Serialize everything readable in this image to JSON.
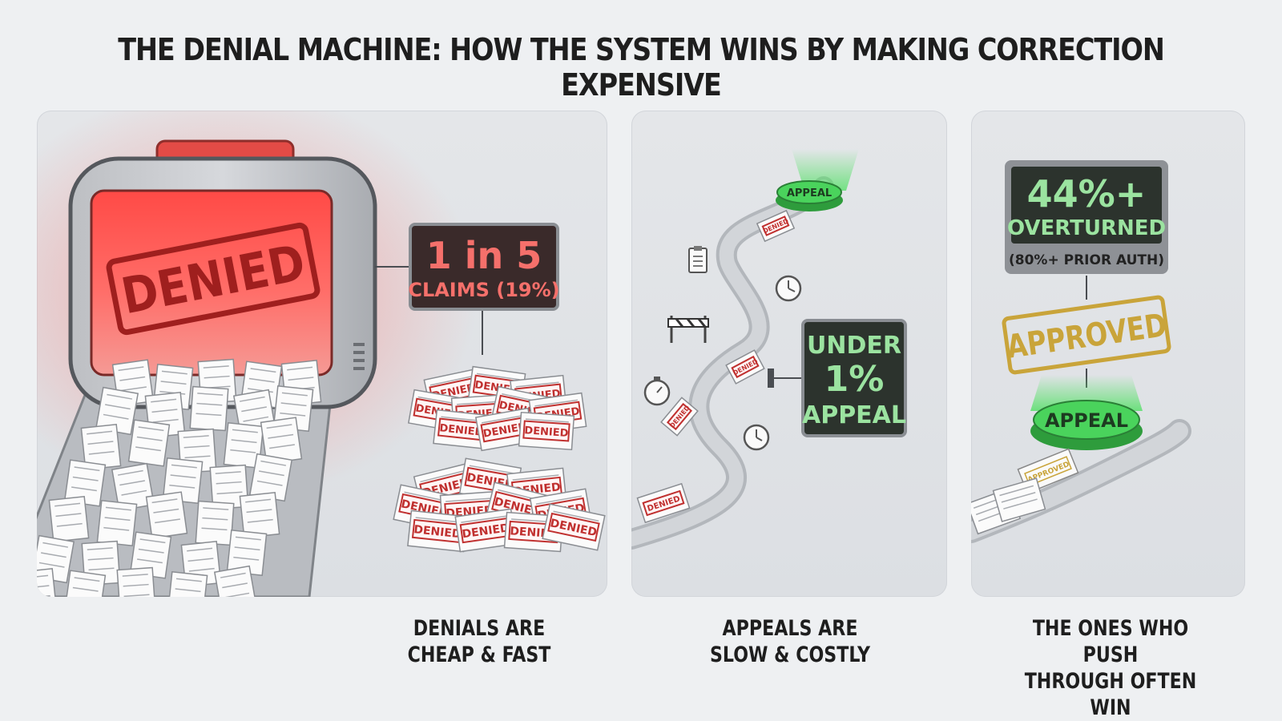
{
  "title": "THE DENIAL MACHINE: HOW THE SYSTEM WINS BY MAKING CORRECTION EXPENSIVE",
  "panels": [
    {
      "machine_label": "DENIED",
      "stat_main": "1 in 5",
      "stat_sub": "CLAIMS (19%)",
      "stamp": "DENIED",
      "caption_line1": "DENIALS ARE",
      "caption_line2": "CHEAP & FAST"
    },
    {
      "button_label": "APPEAL",
      "stamp": "DENIED",
      "stat_line1": "UNDER",
      "stat_line2": "1%",
      "stat_line3": "APPEAL",
      "caption_line1": "APPEALS ARE",
      "caption_line2": "SLOW & COSTLY"
    },
    {
      "stat_main": "44%+",
      "stat_line2": "OVERTURNED",
      "stat_sub": "(80%+ PRIOR AUTH)",
      "approved_stamp": "APPROVED",
      "button_label": "APPEAL",
      "small_stamp": "APPROVED",
      "caption_line1": "THE ONES WHO PUSH",
      "caption_line2": "THROUGH OFTEN WIN"
    }
  ],
  "colors": {
    "denied_red": "#c0302f",
    "screen_red": "#ff5a55",
    "appeal_green": "#37c84a",
    "stat_green": "#9be3a0",
    "approved_gold": "#c9a43a",
    "dark_box": "#2b2b2b"
  }
}
